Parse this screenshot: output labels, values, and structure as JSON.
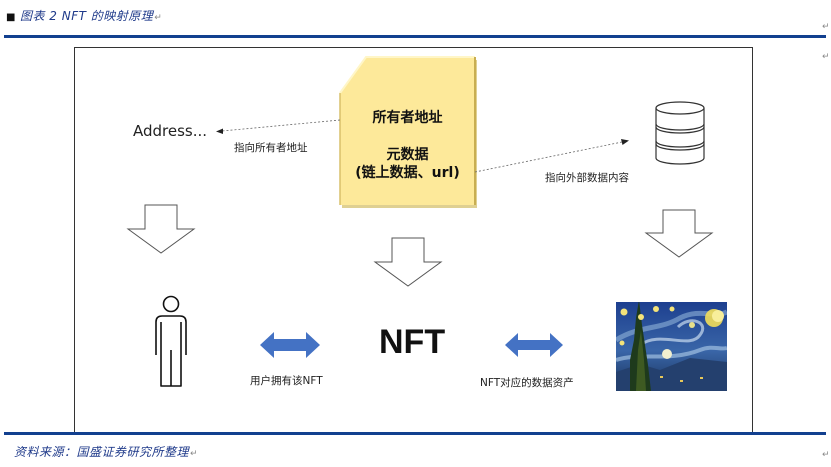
{
  "caption": {
    "marker": "■",
    "text": "图表 2 NFT 的映射原理",
    "para_mark": "↵"
  },
  "diagram": {
    "card": {
      "line1": "所有者地址",
      "line2": "元数据",
      "line3": "(链上数据、url)",
      "fill": "#fde99a"
    },
    "address_label": "Address...",
    "owner_pointer_label": "指向所有者地址",
    "external_pointer_label": "指向外部数据内容",
    "nft_label": "NFT",
    "user_owns_label": "用户拥有该NFT",
    "data_asset_label": "NFT对应的数据资产",
    "icons": {
      "database": "database-icon",
      "person": "person-icon",
      "artwork": "starry-night-image",
      "arrow_down": "down-arrow-icon",
      "double_arrow": "double-arrow-icon"
    },
    "colors": {
      "double_arrow": "#4472c4",
      "rule": "#12408f"
    }
  },
  "source": {
    "text": "资料来源：国盛证券研究所整理",
    "para_mark": "↵"
  },
  "side_marks": [
    "↵",
    "↵",
    "↵"
  ]
}
